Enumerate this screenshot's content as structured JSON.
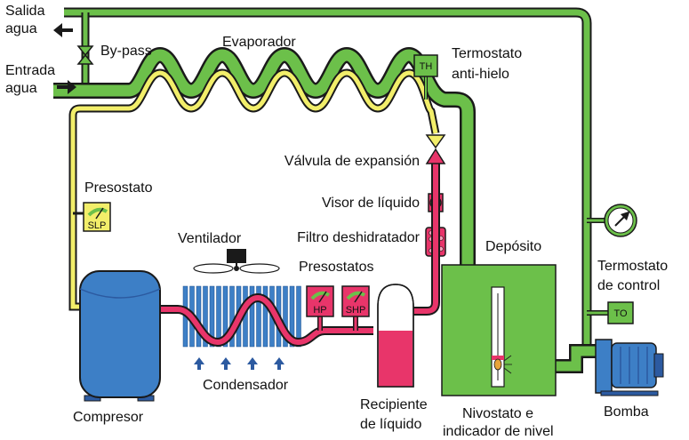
{
  "labels": {
    "salida": "Salida",
    "salida_agua": "agua",
    "entrada": "Entrada",
    "entrada_agua": "agua",
    "bypass": "By-pass",
    "evaporador": "Evaporador",
    "termostato_antihielo_1": "Termostato",
    "termostato_antihielo_2": "anti-hielo",
    "valvula": "Válvula de expansión",
    "visor": "Visor de líquido",
    "filtro": "Filtro deshidratador",
    "presostato": "Presostato",
    "ventilador": "Ventilador",
    "presostatos": "Presostatos",
    "deposito": "Depósito",
    "termostato_control_1": "Termostato",
    "termostato_control_2": "de control",
    "condensador": "Condensador",
    "compresor": "Compresor",
    "recipiente_1": "Recipiente",
    "recipiente_2": "de líquido",
    "nivostato_1": "Nivostato e",
    "nivostato_2": "indicador de nivel",
    "bomba": "Bomba"
  },
  "tags": {
    "th": "TH",
    "slp": "SLP",
    "hp": "HP",
    "shp": "SHP",
    "to": "TO"
  },
  "colors": {
    "water": "#6cc04a",
    "suction": "#f2ee6a",
    "liquid": "#e8356a",
    "compressor": "#3d7fc6",
    "outline": "#1a1a1a"
  }
}
